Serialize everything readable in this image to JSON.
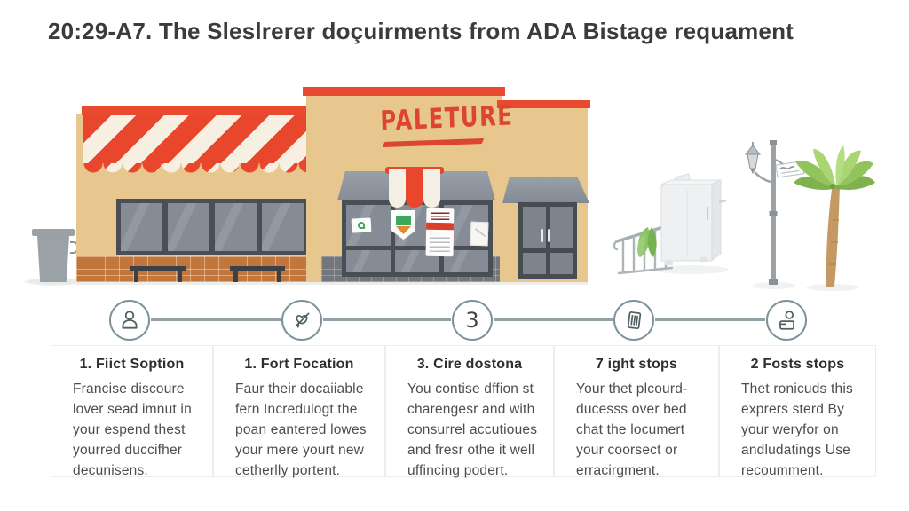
{
  "title": "20:29-A7. The Sleslrerer doçuirments from ADA Bistage requament",
  "illustration": {
    "store_sign": "PALETURE",
    "scene_icons": [
      "trash-can-icon",
      "striped-awning",
      "storefront-windows",
      "entrance-door",
      "handrail-icon",
      "cabinet-icon",
      "street-lamp-icon",
      "street-sign-icon",
      "palm-tree-icon"
    ]
  },
  "colors": {
    "accent_red": "#e8472e",
    "wall_tan": "#e7c78e",
    "brick_orange": "#c0763c",
    "brick_gray": "#73777d",
    "frame_gray": "#4a4f55",
    "circle_border": "#7c929a",
    "connector": "#93a0a5",
    "title_text": "#3b3b3b",
    "body_text": "#4c4c4c"
  },
  "steps": [
    {
      "icon": "person",
      "label": "1. Fiict Soption",
      "body": "Francise discoure lover sead imnut in your espend thest yourred duccifher decunisens."
    },
    {
      "icon": "scribble-heart",
      "label": "1. Fort Focation",
      "body": "Faur their docaiiable fern Incredulogt the poan eantered lowes your mere yourt new cetherlly portent."
    },
    {
      "icon": "number-3",
      "number": "3",
      "label": "3. Cire dostona",
      "body": "You contise dffion st charengesr and with consurrel accutioues and fresr othe it well uffincing podert."
    },
    {
      "icon": "receipt",
      "label": "7 ight stops",
      "body": "Your thet plcourd-ducesss over bed chat the locumert your coorsect or erracirgment."
    },
    {
      "icon": "id-badge",
      "label": "2 Fosts stops",
      "body": "Thet ronicuds this exprers sterd By your weryfor on andludatings Use recoumment."
    }
  ]
}
